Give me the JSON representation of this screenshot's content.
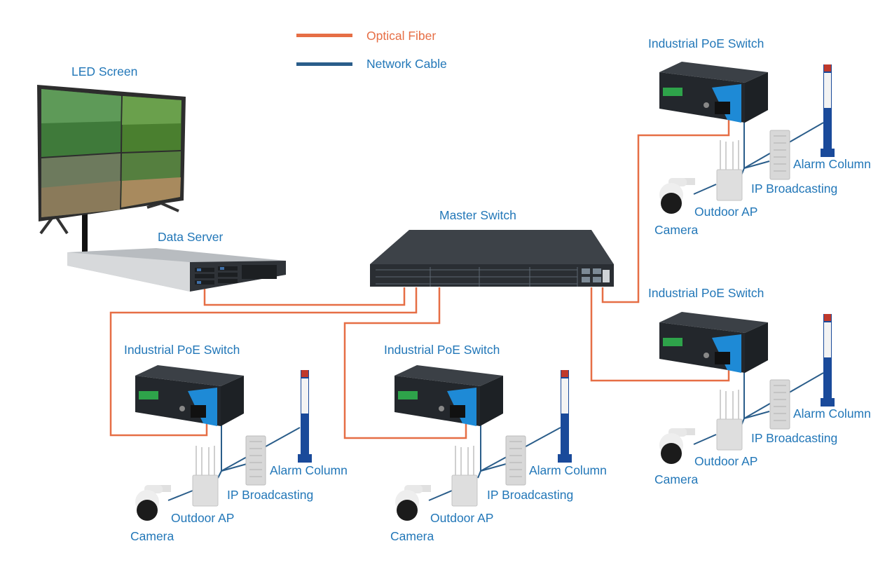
{
  "legend": {
    "fiber": {
      "label": "Optical Fiber",
      "color": "#e66e45"
    },
    "cable": {
      "label": "Network Cable",
      "color": "#2a5d8a"
    }
  },
  "colors": {
    "label": "#2277b8",
    "device_dark": "#262b31",
    "device_blue": "#1e8ad6",
    "screen_frame": "#2d2d2d"
  },
  "headend": {
    "led_screen": "LED Screen",
    "data_server": "Data Server",
    "master_switch": "Master Switch"
  },
  "clusters": [
    {
      "switch": "Industrial PoE Switch",
      "alarm": "Alarm Column",
      "broadcast": "IP Broadcasting",
      "ap": "Outdoor AP",
      "camera": "Camera"
    },
    {
      "switch": "Industrial PoE Switch",
      "alarm": "Alarm Column",
      "broadcast": "IP Broadcasting",
      "ap": "Outdoor AP",
      "camera": "Camera"
    },
    {
      "switch": "Industrial PoE Switch",
      "alarm": "Alarm Column",
      "broadcast": "IP Broadcasting",
      "ap": "Outdoor AP",
      "camera": "Camera"
    },
    {
      "switch": "Industrial PoE Switch",
      "alarm": "Alarm Column",
      "broadcast": "IP Broadcasting",
      "ap": "Outdoor AP",
      "camera": "Camera"
    }
  ],
  "icons": [
    "led-screen-icon",
    "data-server-icon",
    "master-switch-icon",
    "poe-switch-icon",
    "alarm-column-icon",
    "speaker-column-icon",
    "outdoor-ap-icon",
    "dome-camera-icon"
  ]
}
